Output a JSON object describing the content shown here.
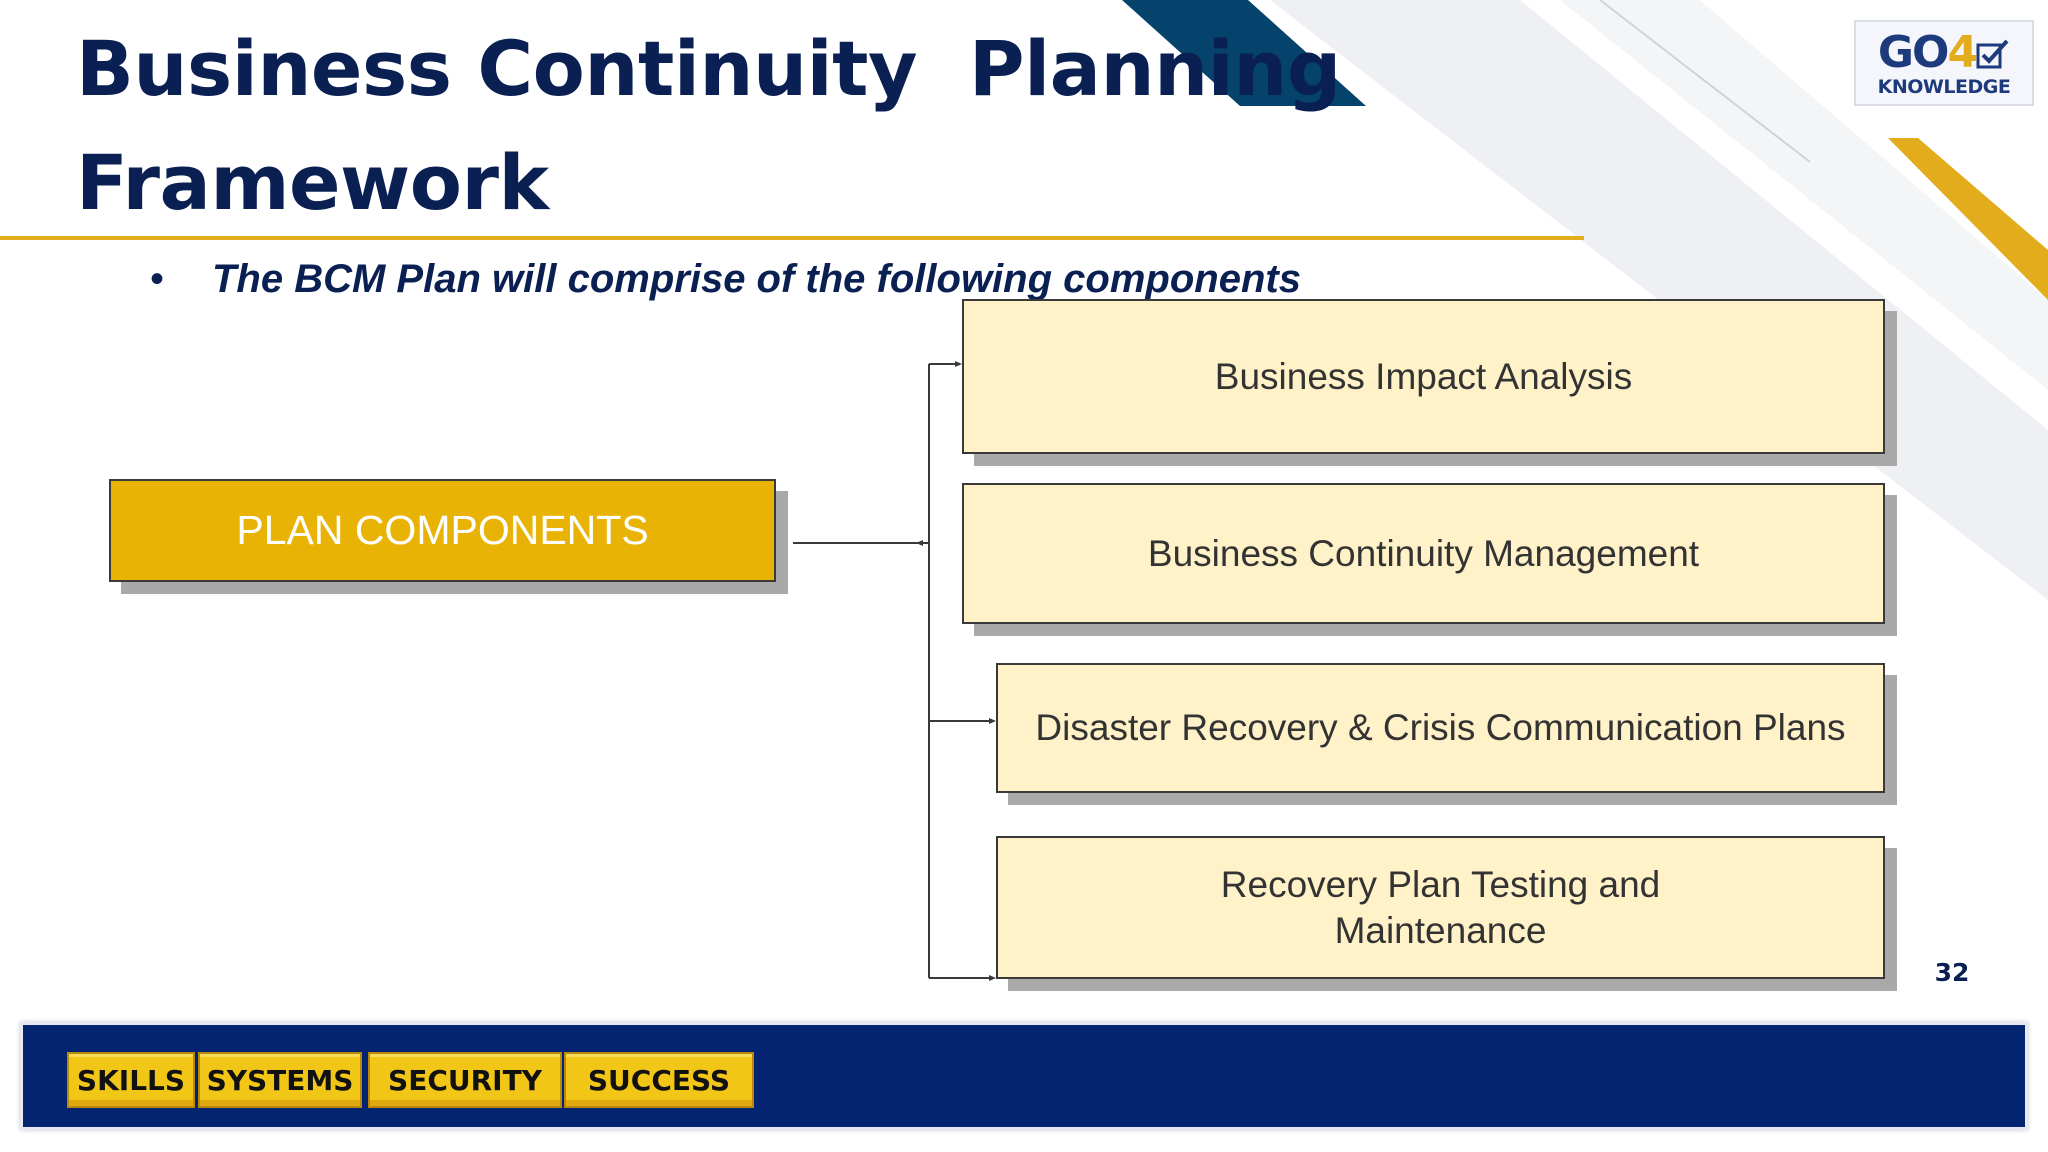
{
  "slide": {
    "title_line1": "Business Continuity  Planning",
    "title_line2": "Framework",
    "bullet_char": "•",
    "bullet_text": "The BCM Plan will comprise of the following components",
    "page_number": "32"
  },
  "logo": {
    "prefix": "GO",
    "digit": "4",
    "sub": "KNOWLEDGE",
    "check_icon": "checkbox-check-icon"
  },
  "diagram": {
    "root": "PLAN COMPONENTS",
    "components": [
      "Business Impact Analysis",
      "Business Continuity Management",
      "Disaster Recovery & Crisis Communication Plans",
      "Recovery Plan Testing and Maintenance"
    ]
  },
  "footer": {
    "tabs": [
      "SKILLS",
      "SYSTEMS",
      "SECURITY",
      "SUCCESS"
    ]
  },
  "colors": {
    "navy": "#0a1f52",
    "gold": "#e8b304",
    "box_fill": "#fff2c9",
    "footer_bg": "#032571"
  }
}
